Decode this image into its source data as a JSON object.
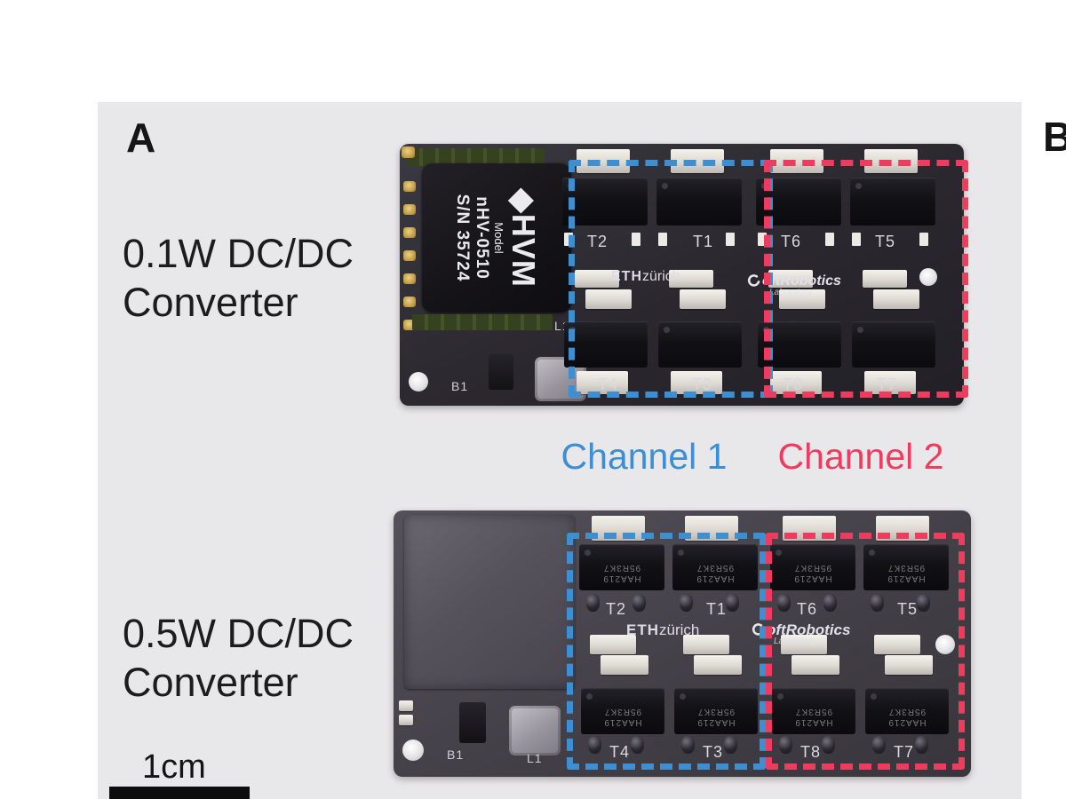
{
  "panel": {
    "a": "A",
    "b": "B"
  },
  "colors": {
    "channel1": "#3d8fd2",
    "channel2": "#ee3c5f",
    "panel_bg": "#e8e7e9"
  },
  "annotations": {
    "converter_top": {
      "line1": "0.1W DC/DC",
      "line2": "Converter"
    },
    "converter_bottom": {
      "line1": "0.5W DC/DC",
      "line2": "Converter"
    },
    "channel1": "Channel 1",
    "channel2": "Channel 2",
    "scale": "1cm"
  },
  "boards": {
    "top": {
      "hvm": {
        "brand": "◆HVM",
        "model_label": "Model",
        "model": "nHV-0510",
        "serial": "S/N 35724"
      },
      "silk": {
        "b1": "B1",
        "l1": "L1",
        "eth_bold": "ETH",
        "eth_rest": "zürich",
        "soft": "oftRobotics",
        "soft_sub": "Laboratory"
      },
      "t_mid": [
        "T2",
        "T1",
        "T6",
        "T5"
      ],
      "t_bot": [
        "T4",
        "T3",
        "T8",
        "T7"
      ]
    },
    "bottom": {
      "silk": {
        "b1": "B1",
        "l1": "L1",
        "eth_bold": "ETH",
        "eth_rest": "zürich",
        "soft": "oftRobotics",
        "soft_sub": "Laboratory"
      },
      "marking": [
        "HAA219",
        "95R3K7"
      ],
      "t_mid": [
        "T2",
        "T1",
        "T6",
        "T5"
      ],
      "t_bot": [
        "T4",
        "T3",
        "T8",
        "T7"
      ]
    }
  }
}
